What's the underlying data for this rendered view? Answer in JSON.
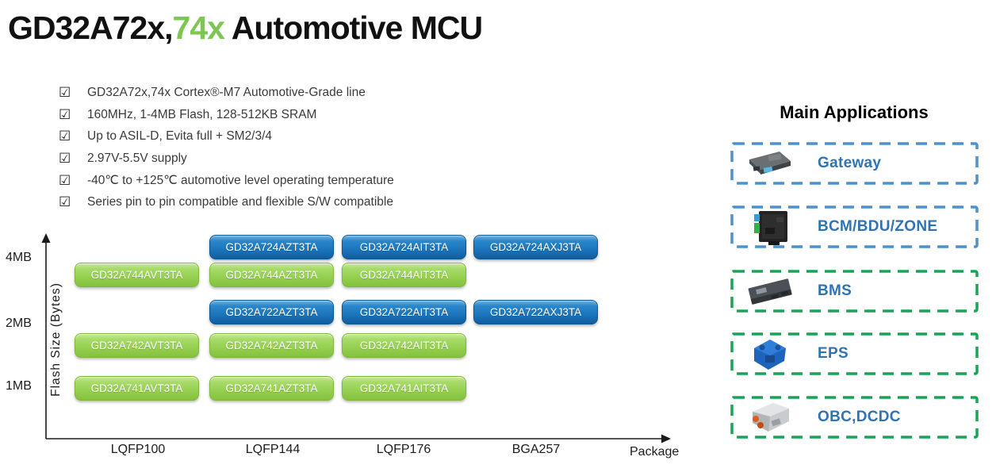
{
  "title": {
    "black_part": "GD32A72x,",
    "green_part": "74x",
    "rest_part": " Automotive MCU",
    "green_color": "#7DC652"
  },
  "features": {
    "checkbox_icon": "☑",
    "items": [
      "GD32A72x,74x Cortex®-M7 Automotive-Grade line",
      "160MHz, 1-4MB Flash, 128-512KB SRAM",
      "Up to ASIL-D, Evita full + SM2/3/4",
      "2.97V-5.5V supply",
      "-40℃ to +125℃ automotive level operating temperature",
      "Series pin to pin compatible and flexible S/W compatible"
    ]
  },
  "chart": {
    "y_axis_label": "Flash Size (Bytes)",
    "x_axis_label": "Package",
    "y_ticks": [
      "4MB",
      "2MB",
      "1MB"
    ],
    "x_ticks": [
      "LQFP100",
      "LQFP144",
      "LQFP176",
      "BGA257"
    ],
    "colors": {
      "family_72x_blue": "#1B75BC",
      "family_74x_green": "#97D253"
    },
    "chips": [
      {
        "label": "GD32A724AZT3TA",
        "family": "GD32A72x",
        "flash": "4MB",
        "package": "LQFP144"
      },
      {
        "label": "GD32A724AIT3TA",
        "family": "GD32A72x",
        "flash": "4MB",
        "package": "LQFP176"
      },
      {
        "label": "GD32A724AXJ3TA",
        "family": "GD32A72x",
        "flash": "4MB",
        "package": "BGA257"
      },
      {
        "label": "GD32A744AVT3TA",
        "family": "GD32A74x",
        "flash": "4MB",
        "package": "LQFP100"
      },
      {
        "label": "GD32A744AZT3TA",
        "family": "GD32A74x",
        "flash": "4MB",
        "package": "LQFP144"
      },
      {
        "label": "GD32A744AIT3TA",
        "family": "GD32A74x",
        "flash": "4MB",
        "package": "LQFP176"
      },
      {
        "label": "GD32A722AZT3TA",
        "family": "GD32A72x",
        "flash": "2MB",
        "package": "LQFP144"
      },
      {
        "label": "GD32A722AIT3TA",
        "family": "GD32A72x",
        "flash": "2MB",
        "package": "LQFP176"
      },
      {
        "label": "GD32A722AXJ3TA",
        "family": "GD32A72x",
        "flash": "2MB",
        "package": "BGA257"
      },
      {
        "label": "GD32A742AVT3TA",
        "family": "GD32A74x",
        "flash": "2MB",
        "package": "LQFP100"
      },
      {
        "label": "GD32A742AZT3TA",
        "family": "GD32A74x",
        "flash": "2MB",
        "package": "LQFP144"
      },
      {
        "label": "GD32A742AIT3TA",
        "family": "GD32A74x",
        "flash": "2MB",
        "package": "LQFP176"
      },
      {
        "label": "GD32A741AVT3TA",
        "family": "GD32A74x",
        "flash": "1MB",
        "package": "LQFP100"
      },
      {
        "label": "GD32A741AZT3TA",
        "family": "GD32A74x",
        "flash": "1MB",
        "package": "LQFP144"
      },
      {
        "label": "GD32A741AIT3TA",
        "family": "GD32A74x",
        "flash": "1MB",
        "package": "LQFP176"
      }
    ]
  },
  "applications": {
    "title": "Main Applications",
    "label_color": "#2E74B5",
    "blue_border": "#4E91CC",
    "green_border": "#1AA356",
    "items": [
      {
        "label": "Gateway",
        "border": "blue"
      },
      {
        "label": "BCM/BDU/ZONE",
        "border": "blue"
      },
      {
        "label": "BMS",
        "border": "green"
      },
      {
        "label": "EPS",
        "border": "green"
      },
      {
        "label": "OBC,DCDC",
        "border": "green"
      }
    ]
  }
}
